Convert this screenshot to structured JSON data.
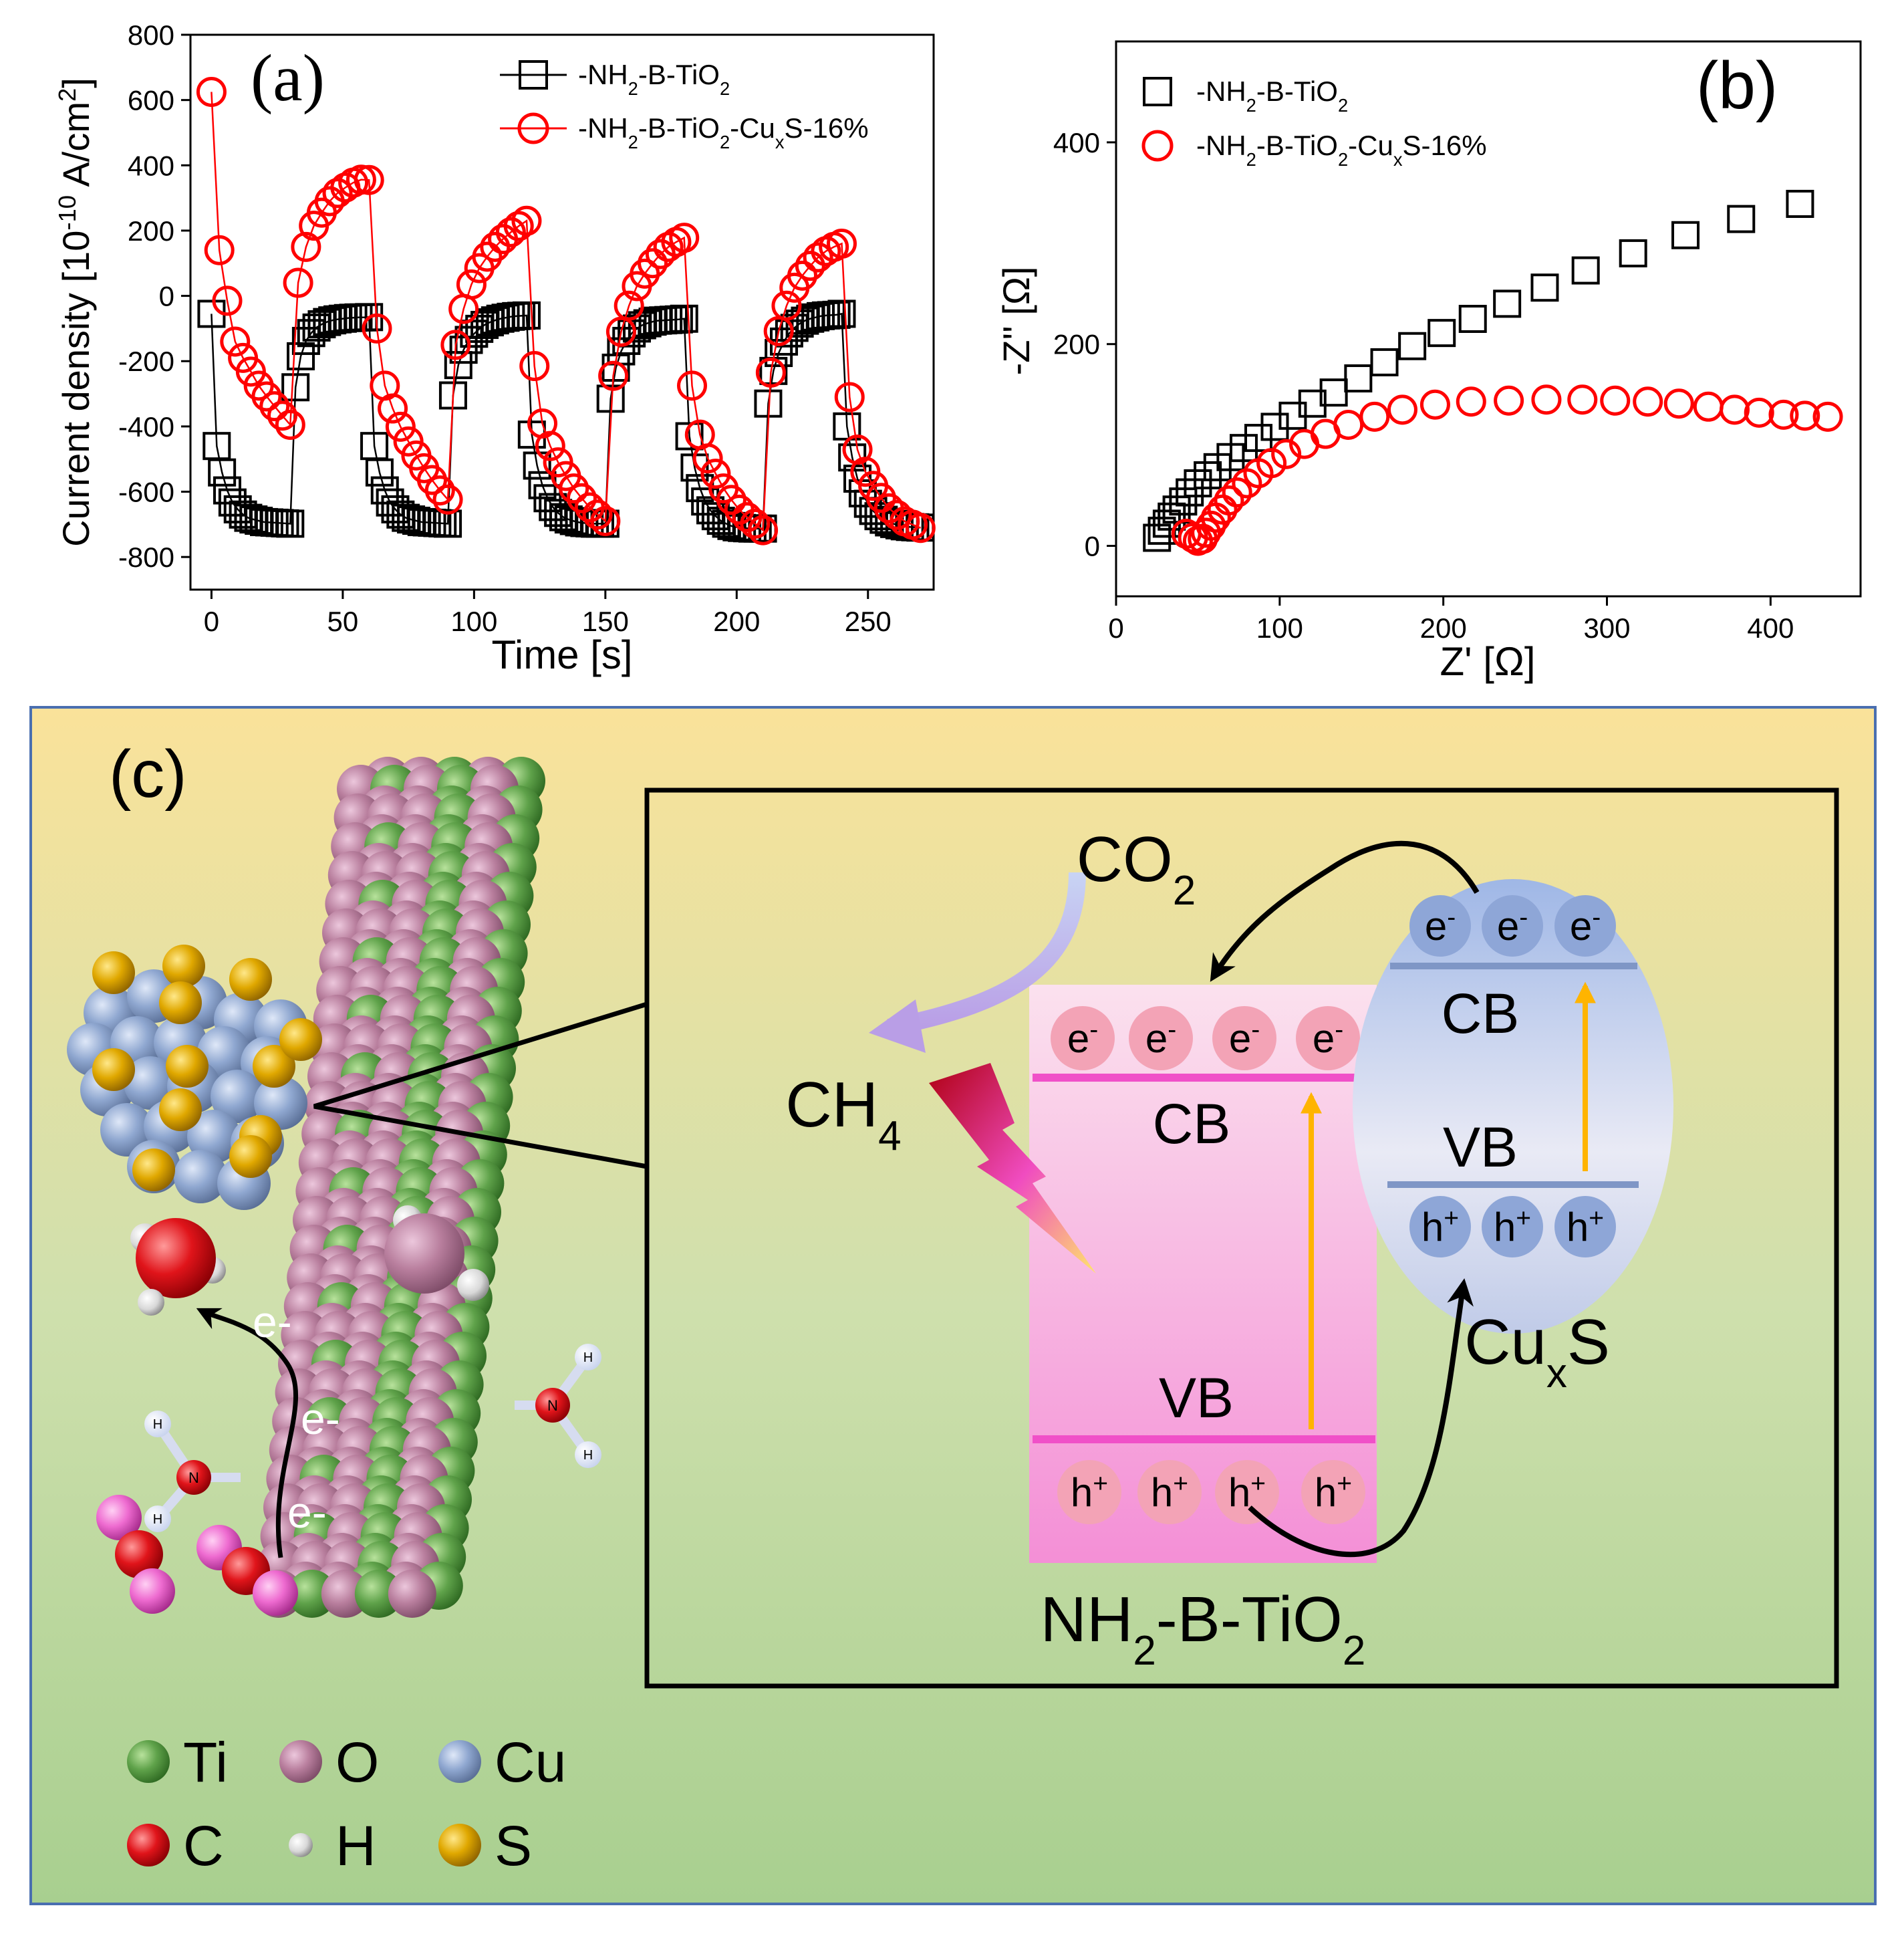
{
  "colors": {
    "series_black": "#000000",
    "series_red": "#ff0000",
    "panel_c_bg_top": "#fae29a",
    "panel_c_bg_bottom": "#a8cf8f",
    "box_pink": "#f8c4e4",
    "ellipse_blue": "#a9bde6",
    "arrow_orange": "#ffb400"
  },
  "panel_a": {
    "label": "(a)",
    "legend": [
      "-NH2-B-TiO2",
      "-NH2-B-TiO2-CuxS-16%"
    ]
  },
  "panel_b": {
    "label": "(b)",
    "legend": [
      "-NH2-B-TiO2",
      "-NH2-B-TiO2-CuxS-16%"
    ]
  },
  "chart_data": [
    {
      "type": "scatter",
      "panel": "(a)",
      "xlabel": "Time [s]",
      "ylabel": "Current density [10^-10 A/cm^2]",
      "xlim": [
        -8,
        275
      ],
      "ylim": [
        -900,
        800
      ],
      "xticks": [
        0,
        50,
        100,
        150,
        200,
        250
      ],
      "yticks": [
        -800,
        -600,
        -400,
        -200,
        0,
        200,
        400,
        600,
        800
      ],
      "grid": false,
      "legend_position": "top-right",
      "series": [
        {
          "name": "-NH2-B-TiO2",
          "marker": "square",
          "x": [
            0,
            2,
            4,
            6,
            8,
            10,
            12,
            14,
            16,
            18,
            20,
            22,
            24,
            26,
            28,
            30,
            32,
            34,
            36,
            38,
            40,
            42,
            44,
            46,
            48,
            50,
            52,
            54,
            56,
            58,
            60,
            62,
            64,
            66,
            68,
            70,
            72,
            74,
            76,
            78,
            80,
            82,
            84,
            86,
            88,
            90,
            92,
            94,
            96,
            98,
            100,
            102,
            104,
            106,
            108,
            110,
            112,
            114,
            116,
            118,
            120,
            122,
            124,
            126,
            128,
            130,
            132,
            134,
            136,
            138,
            140,
            142,
            144,
            146,
            148,
            150,
            152,
            154,
            156,
            158,
            160,
            162,
            164,
            166,
            168,
            170,
            172,
            174,
            176,
            178,
            180,
            182,
            184,
            186,
            188,
            190,
            192,
            194,
            196,
            198,
            200,
            202,
            204,
            206,
            208,
            210,
            212,
            214,
            216,
            218,
            220,
            222,
            224,
            226,
            228,
            230,
            232,
            234,
            236,
            238,
            240,
            242,
            244,
            246,
            248,
            250,
            252,
            254,
            256,
            258,
            260,
            262,
            264,
            266,
            268,
            270
          ],
          "y": [
            -55,
            -460,
            -541,
            -596,
            -633,
            -654,
            -670,
            -680,
            -685,
            -689,
            -693,
            -694,
            -695,
            -696,
            -697,
            -698,
            -280,
            -185,
            -138,
            -114,
            -97,
            -87,
            -80,
            -75,
            -72,
            -70,
            -68,
            -67,
            -66,
            -66,
            -65,
            -460,
            -541,
            -596,
            -633,
            -654,
            -670,
            -680,
            -685,
            -689,
            -693,
            -694,
            -695,
            -696,
            -697,
            -698,
            -305,
            -212,
            -165,
            -135,
            -116,
            -101,
            -89,
            -81,
            -75,
            -70,
            -67,
            -64,
            -62,
            -61,
            -60,
            -425,
            -520,
            -580,
            -620,
            -647,
            -665,
            -678,
            -685,
            -690,
            -694,
            -696,
            -697,
            -698,
            -698,
            -698,
            -315,
            -220,
            -170,
            -138,
            -115,
            -100,
            -90,
            -84,
            -79,
            -76,
            -75,
            -74,
            -73,
            -72,
            -70,
            -430,
            -526,
            -589,
            -630,
            -657,
            -675,
            -689,
            -698,
            -705,
            -709,
            -711,
            -712,
            -713,
            -713,
            -713,
            -330,
            -230,
            -175,
            -140,
            -115,
            -98,
            -85,
            -76,
            -70,
            -66,
            -62,
            -60,
            -59,
            -58,
            -55,
            -400,
            -495,
            -560,
            -605,
            -637,
            -659,
            -675,
            -686,
            -694,
            -699,
            -703,
            -706,
            -708,
            -709,
            -710
          ]
        },
        {
          "name": "-NH2-B-TiO2-CuxS-16%",
          "marker": "circle",
          "x": [
            0,
            3,
            6,
            9,
            12,
            15,
            18,
            21,
            24,
            27,
            30,
            33,
            36,
            39,
            42,
            45,
            48,
            51,
            54,
            57,
            60,
            63,
            66,
            69,
            72,
            75,
            78,
            81,
            84,
            87,
            90,
            93,
            96,
            99,
            102,
            105,
            108,
            111,
            114,
            117,
            120,
            123,
            126,
            129,
            132,
            135,
            138,
            141,
            144,
            147,
            150,
            153,
            156,
            159,
            162,
            165,
            168,
            171,
            174,
            177,
            180,
            183,
            186,
            189,
            192,
            195,
            198,
            201,
            204,
            207,
            210,
            213,
            216,
            219,
            222,
            225,
            228,
            231,
            234,
            237,
            240,
            243,
            246,
            249,
            252,
            255,
            258,
            261,
            264,
            267,
            270
          ],
          "y": [
            625,
            140,
            -15,
            -140,
            -190,
            -232,
            -275,
            -308,
            -338,
            -367,
            -395,
            40,
            150,
            215,
            255,
            290,
            315,
            332,
            347,
            356,
            355,
            -100,
            -275,
            -345,
            -401,
            -446,
            -489,
            -528,
            -564,
            -596,
            -624,
            -150,
            -40,
            35,
            85,
            120,
            150,
            174,
            195,
            214,
            230,
            -215,
            -391,
            -460,
            -510,
            -552,
            -590,
            -620,
            -648,
            -670,
            -690,
            -245,
            -110,
            -30,
            30,
            68,
            100,
            128,
            150,
            165,
            178,
            -275,
            -425,
            -498,
            -545,
            -590,
            -625,
            -655,
            -678,
            -698,
            -718,
            -235,
            -108,
            -30,
            25,
            62,
            92,
            118,
            137,
            150,
            160,
            -310,
            -471,
            -539,
            -582,
            -619,
            -651,
            -671,
            -691,
            -701,
            -711
          ]
        }
      ]
    },
    {
      "type": "scatter",
      "panel": "(b)",
      "xlabel": "Z' [Ω]",
      "ylabel": "-Z'' [Ω]",
      "xlim": [
        0,
        455
      ],
      "ylim": [
        -50,
        500
      ],
      "xticks": [
        0,
        100,
        200,
        300,
        400
      ],
      "yticks": [
        0,
        200,
        400
      ],
      "grid": false,
      "legend_position": "top-left",
      "series": [
        {
          "name": "-NH2-B-TiO2",
          "marker": "square",
          "x": [
            25,
            28,
            31,
            34,
            37,
            41,
            45,
            50,
            56,
            62,
            70,
            78,
            87,
            97,
            108,
            120,
            133,
            148,
            164,
            181,
            199,
            218,
            239,
            262,
            287,
            316,
            348,
            382,
            418
          ],
          "y": [
            8,
            15,
            22,
            29,
            36,
            44,
            53,
            62,
            70,
            78,
            88,
            97,
            107,
            118,
            129,
            141,
            152,
            166,
            182,
            198,
            211,
            225,
            240,
            256,
            273,
            290,
            308,
            324,
            339
          ]
        },
        {
          "name": "-NH2-B-TiO2-CuxS-16%",
          "marker": "circle",
          "x": [
            43,
            47,
            50,
            53,
            55,
            58,
            61,
            65,
            69,
            74,
            80,
            87,
            95,
            104,
            115,
            128,
            142,
            158,
            175,
            195,
            217,
            240,
            263,
            285,
            305,
            325,
            344,
            362,
            378,
            393,
            408,
            421,
            435
          ],
          "y": [
            12,
            8,
            5,
            7,
            13,
            20,
            28,
            36,
            45,
            53,
            62,
            72,
            82,
            91,
            101,
            111,
            120,
            128,
            135,
            140,
            143,
            144,
            145,
            145,
            144,
            143,
            141,
            138,
            135,
            132,
            130,
            129,
            128
          ]
        }
      ]
    }
  ],
  "panel_c": {
    "label": "(c)",
    "co2": "CO2",
    "ch4": "CH4",
    "electron": "e-",
    "hole": "h+",
    "cb": "CB",
    "vb": "VB",
    "material_main": "NH2-B-TiO2",
    "material_cocat": "CuxS",
    "h_atom": "H",
    "n_atom": "N",
    "legend": [
      {
        "symbol": "Ti",
        "color": "#5fa24a"
      },
      {
        "symbol": "O",
        "color": "#b97f9e"
      },
      {
        "symbol": "Cu",
        "color": "#8fa7d0"
      },
      {
        "symbol": "C",
        "color": "#e0141a"
      },
      {
        "symbol": "H",
        "color": "#d8d8d8"
      },
      {
        "symbol": "S",
        "color": "#e0a800"
      }
    ]
  }
}
